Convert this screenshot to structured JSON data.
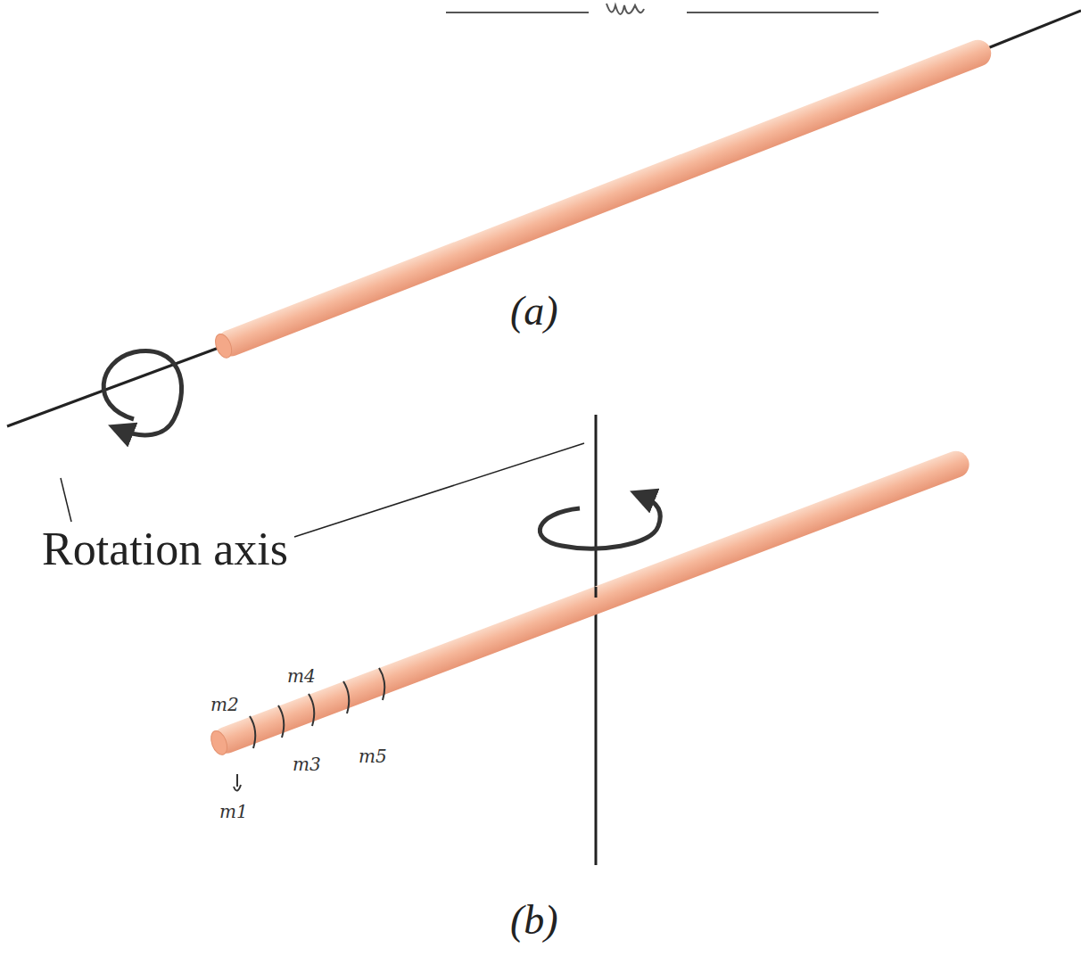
{
  "diagram": {
    "labels": [
      "Rotation axis",
      "(a)",
      "(b)",
      "m2",
      "m4",
      "m3",
      "m5",
      "m1"
    ]
  }
}
